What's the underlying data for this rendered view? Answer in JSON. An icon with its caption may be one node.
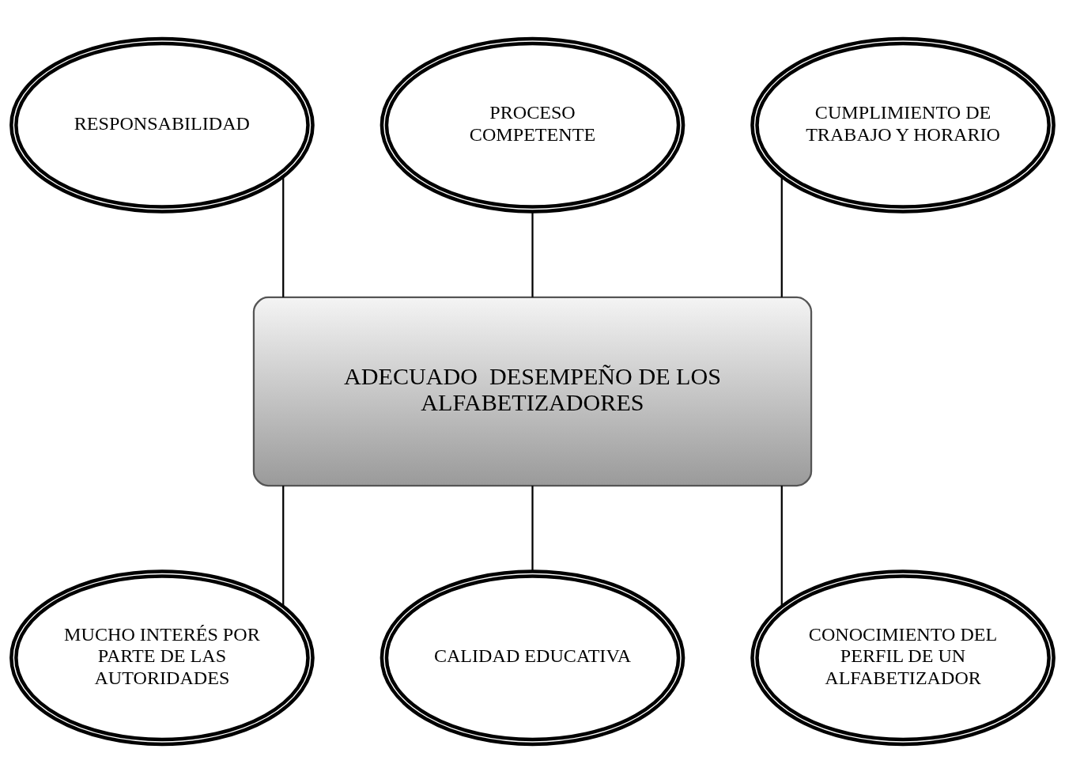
{
  "diagram": {
    "nodes": [
      {
        "text": [
          "RESPONSABILIDAD"
        ]
      },
      {
        "text": [
          "PROCESO COMPETENTE"
        ]
      },
      {
        "text": [
          "CUMPLIMIENTO DE TRABAJO Y HORARIO"
        ]
      },
      {
        "text": [
          "ADECUADO  DESEMPEÑO DE LOS ALFABETIZADORES"
        ]
      },
      {
        "text": [
          "MUCHO INTERÉS POR PARTE DE LAS AUTORIDADES"
        ]
      },
      {
        "text": [
          "CALIDAD EDUCATIVA"
        ]
      },
      {
        "text": [
          "CONOCIMIENTO DEL PERFIL DE UN ALFABETIZADOR"
        ]
      }
    ],
    "edges": [
      {
        "from": 0,
        "to": 3,
        "arrow": "none"
      },
      {
        "from": 1,
        "to": 3,
        "arrow": "none"
      },
      {
        "from": 2,
        "to": 3,
        "arrow": "none"
      },
      {
        "from": 3,
        "to": 4,
        "arrow": "none"
      },
      {
        "from": 3,
        "to": 5,
        "arrow": "none"
      },
      {
        "from": 3,
        "to": 6,
        "arrow": "none"
      }
    ]
  }
}
